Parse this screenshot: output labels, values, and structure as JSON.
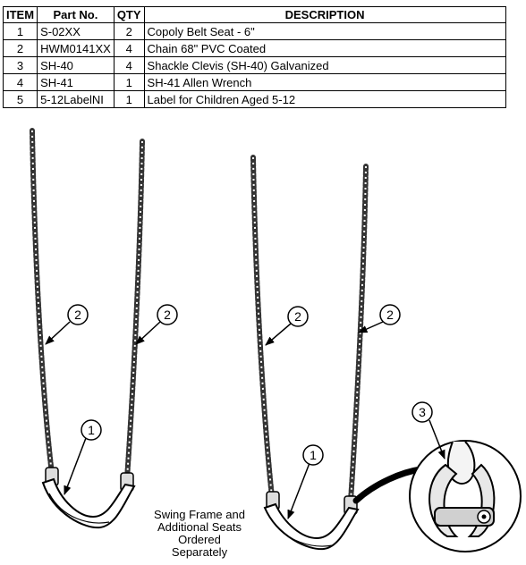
{
  "table": {
    "headers": {
      "item": "ITEM",
      "part": "Part No.",
      "qty": "QTY",
      "desc": "DESCRIPTION"
    },
    "rows": [
      {
        "item": "1",
        "part": "S-02XX",
        "qty": "2",
        "desc": "Copoly Belt Seat - 6\""
      },
      {
        "item": "2",
        "part": "HWM0141XX",
        "qty": "4",
        "desc": "Chain 68\" PVC Coated"
      },
      {
        "item": "3",
        "part": "SH-40",
        "qty": "4",
        "desc": "Shackle Clevis (SH-40) Galvanized"
      },
      {
        "item": "4",
        "part": "SH-41",
        "qty": "1",
        "desc": "SH-41 Allen Wrench"
      },
      {
        "item": "5",
        "part": "5-12LabelNI",
        "qty": "1",
        "desc": "Label for Children Aged 5-12"
      }
    ]
  },
  "callouts": {
    "seat_a": "1",
    "chain_a_left": "2",
    "chain_a_right": "2",
    "seat_b": "1",
    "chain_b_left": "2",
    "chain_b_right": "2",
    "shackle_detail": "3"
  },
  "note": {
    "line1": "Swing Frame and",
    "line2": "Additional Seats",
    "line3": "Ordered",
    "line4": "Separately"
  }
}
